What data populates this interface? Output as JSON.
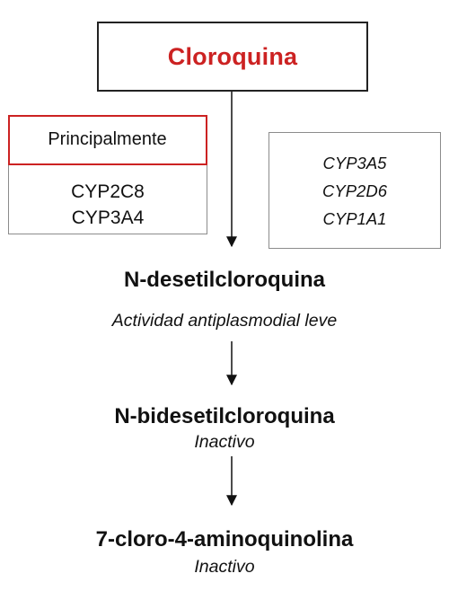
{
  "drug": {
    "name": "Cloroquina"
  },
  "enzymes_main": {
    "label": "Principalmente",
    "items": [
      "CYP2C8",
      "CYP3A4"
    ]
  },
  "enzymes_minor": {
    "items": [
      "CYP3A5",
      "CYP2D6",
      "CYP1A1"
    ]
  },
  "metabolites": [
    {
      "name": "N-desetilcloroquina",
      "activity": "Actividad antiplasmodial leve"
    },
    {
      "name": "N-bidesetilcloroquina",
      "activity": "Inactivo"
    },
    {
      "name": "7-cloro-4-aminoquinolina",
      "activity": "Inactivo"
    }
  ],
  "colors": {
    "drug_text": "#cc2222",
    "principal_border": "#cc2222",
    "box_border": "#8c8c8c",
    "arrow": "#111111"
  }
}
